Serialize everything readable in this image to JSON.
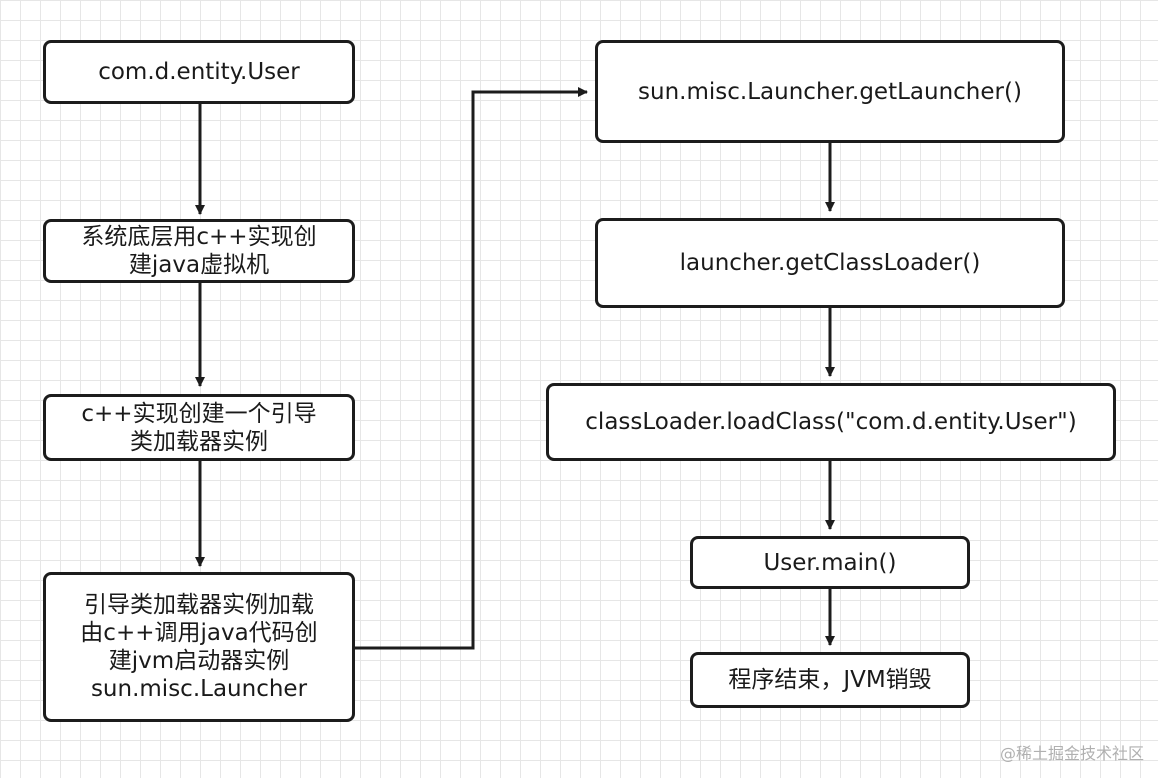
{
  "nodes": [
    {
      "id": "user-class",
      "text": "com.d.entity.User"
    },
    {
      "id": "cpp-create-jvm",
      "text": "系统底层用c++实现创\n建java虚拟机"
    },
    {
      "id": "cpp-bootstrap",
      "text": "c++实现创建一个引导\n类加载器实例"
    },
    {
      "id": "bootstrap-load-launcher",
      "text": "引导类加载器实例加载\n由c++调用java代码创\n建jvm启动器实例\nsun.misc.Launcher"
    },
    {
      "id": "get-launcher",
      "text": "sun.misc.Launcher.getLauncher()"
    },
    {
      "id": "get-class-loader",
      "text": "launcher.getClassLoader()"
    },
    {
      "id": "load-class",
      "text": "classLoader.loadClass(\"com.d.entity.User\")"
    },
    {
      "id": "user-main",
      "text": "User.main()"
    },
    {
      "id": "program-end",
      "text": "程序结束，JVM销毁"
    }
  ],
  "edges": [
    {
      "from": "user-class",
      "to": "cpp-create-jvm"
    },
    {
      "from": "cpp-create-jvm",
      "to": "cpp-bootstrap"
    },
    {
      "from": "cpp-bootstrap",
      "to": "bootstrap-load-launcher"
    },
    {
      "from": "bootstrap-load-launcher",
      "to": "get-launcher"
    },
    {
      "from": "get-launcher",
      "to": "get-class-loader"
    },
    {
      "from": "get-class-loader",
      "to": "load-class"
    },
    {
      "from": "load-class",
      "to": "user-main"
    },
    {
      "from": "user-main",
      "to": "program-end"
    }
  ],
  "watermark": {
    "icon": "at-icon",
    "text": "@稀土掘金技术社区"
  }
}
